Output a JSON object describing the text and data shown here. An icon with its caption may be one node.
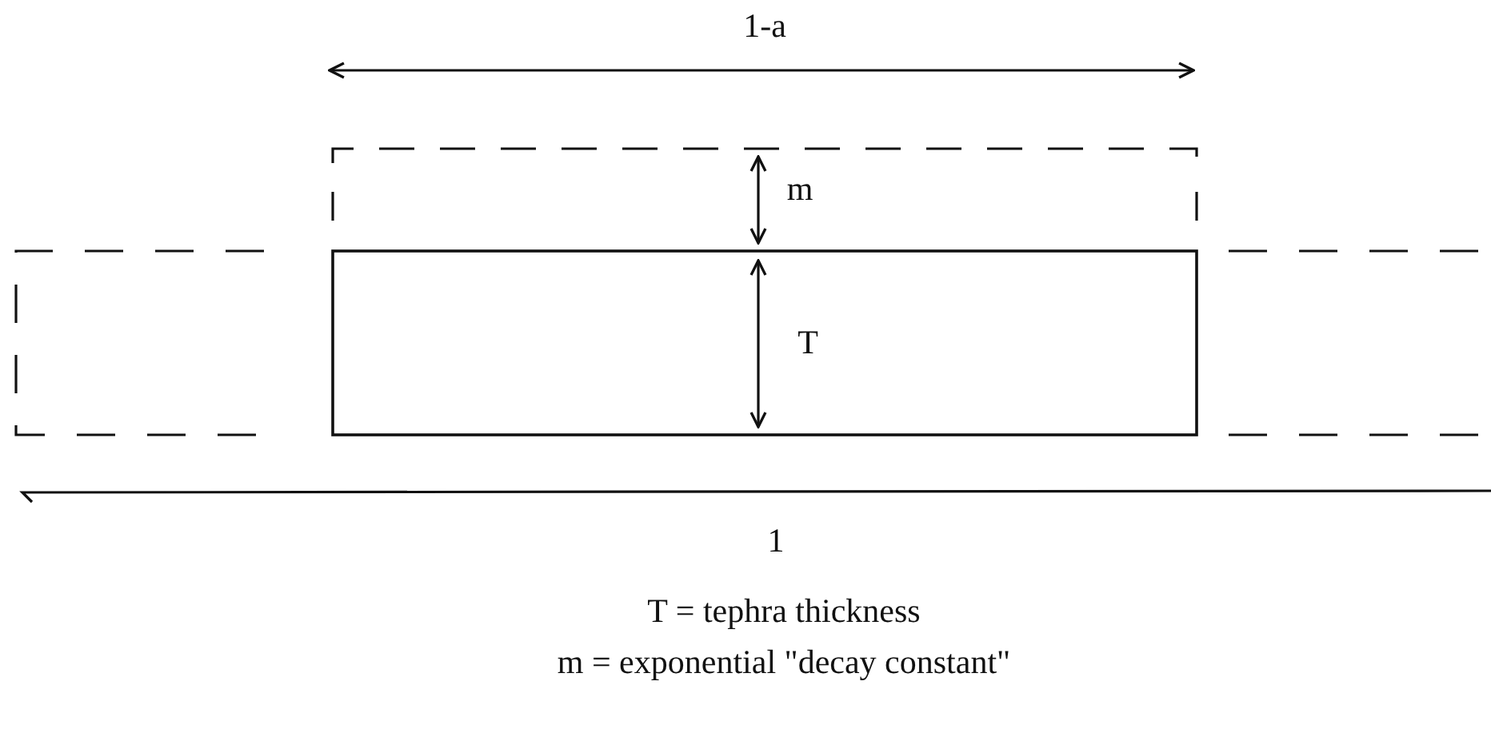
{
  "diagram": {
    "labels": [
      "1-a",
      "m",
      "T",
      "1",
      "T = tephra thickness",
      "m = exponential \"decay constant\""
    ]
  }
}
